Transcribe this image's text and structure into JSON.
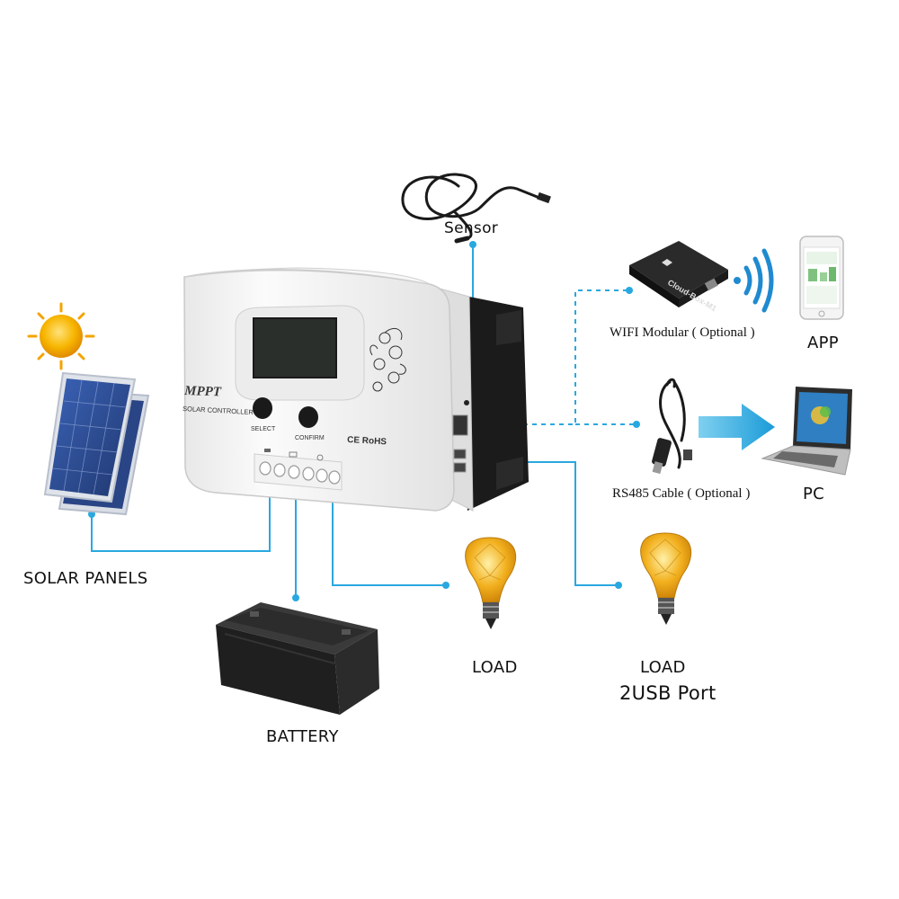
{
  "labels": {
    "sensor": "Sensor",
    "wifi": "WIFI Modular ( Optional )",
    "app": "APP",
    "rs485": "RS485 Cable  ( Optional )",
    "pc": "PC",
    "solar_panels": "SOLAR PANELS",
    "load1": "LOAD",
    "load2": "LOAD",
    "usb": "2USB Port",
    "battery": "BATTERY"
  },
  "controller": {
    "brand": "MPPT",
    "subtitle": "SOLAR CONTROLLER",
    "select": "SELECT",
    "confirm": "CONFIRM",
    "cert": "CE RoHS"
  },
  "wifi_device_text": "Cloud-Box-M1",
  "colors": {
    "connector": "#29a8e0",
    "bulb": "#f2b01e",
    "controller_body": "#f4f4f4",
    "panel": "#2f4f99",
    "sun": "#f7b500"
  }
}
